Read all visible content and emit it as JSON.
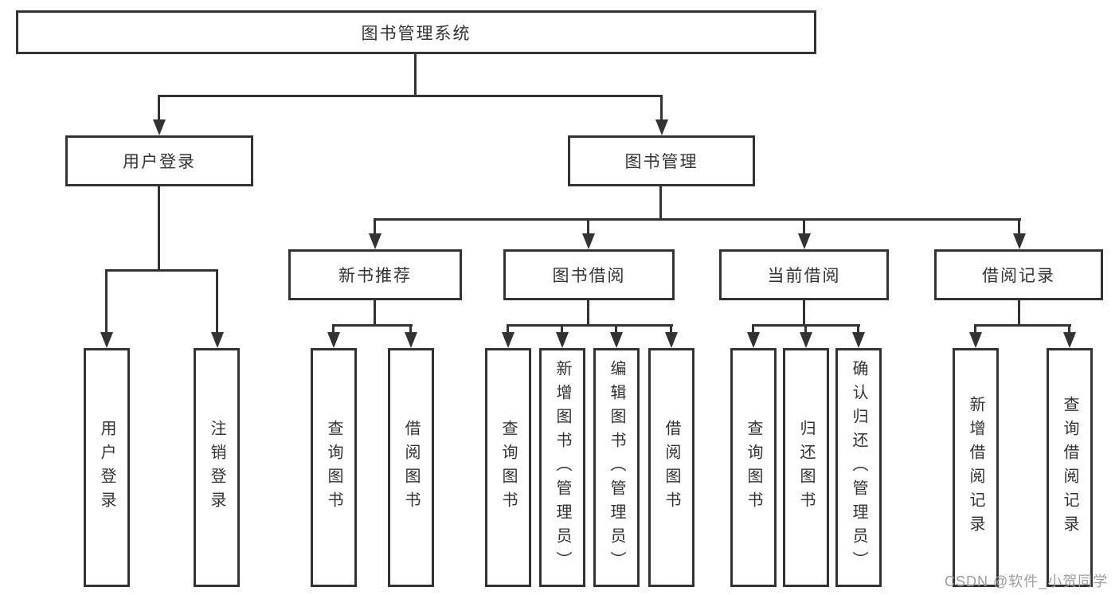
{
  "diagram": {
    "root": {
      "label": "图书管理系统"
    },
    "level1": [
      {
        "id": "user-login",
        "label": "用户登录"
      },
      {
        "id": "book-management",
        "label": "图书管理"
      }
    ],
    "user_login_children": [
      {
        "label": "用户登录"
      },
      {
        "label": "注销登录"
      }
    ],
    "book_management_sections": [
      {
        "id": "new-book-recommend",
        "label": "新书推荐",
        "children": [
          {
            "label": "查询图书"
          },
          {
            "label": "借阅图书"
          }
        ]
      },
      {
        "id": "book-borrow",
        "label": "图书借阅",
        "children": [
          {
            "label": "查询图书"
          },
          {
            "label": "新增图书（管理员）"
          },
          {
            "label": "编辑图书（管理员）"
          },
          {
            "label": "借阅图书"
          }
        ]
      },
      {
        "id": "current-borrow",
        "label": "当前借阅",
        "children": [
          {
            "label": "查询图书"
          },
          {
            "label": "归还图书"
          },
          {
            "label": "确认归还（管理员）"
          }
        ]
      },
      {
        "id": "borrow-record",
        "label": "借阅记录",
        "children": [
          {
            "label": "新增借阅记录"
          },
          {
            "label": "查询借阅记录"
          }
        ]
      }
    ]
  },
  "watermark": {
    "text": "CSDN @软件_小贺同学"
  },
  "colors": {
    "line": "#333333",
    "box_border": "#333333",
    "text": "#333333",
    "background": "#ffffff",
    "watermark": "#9e9e9e"
  }
}
